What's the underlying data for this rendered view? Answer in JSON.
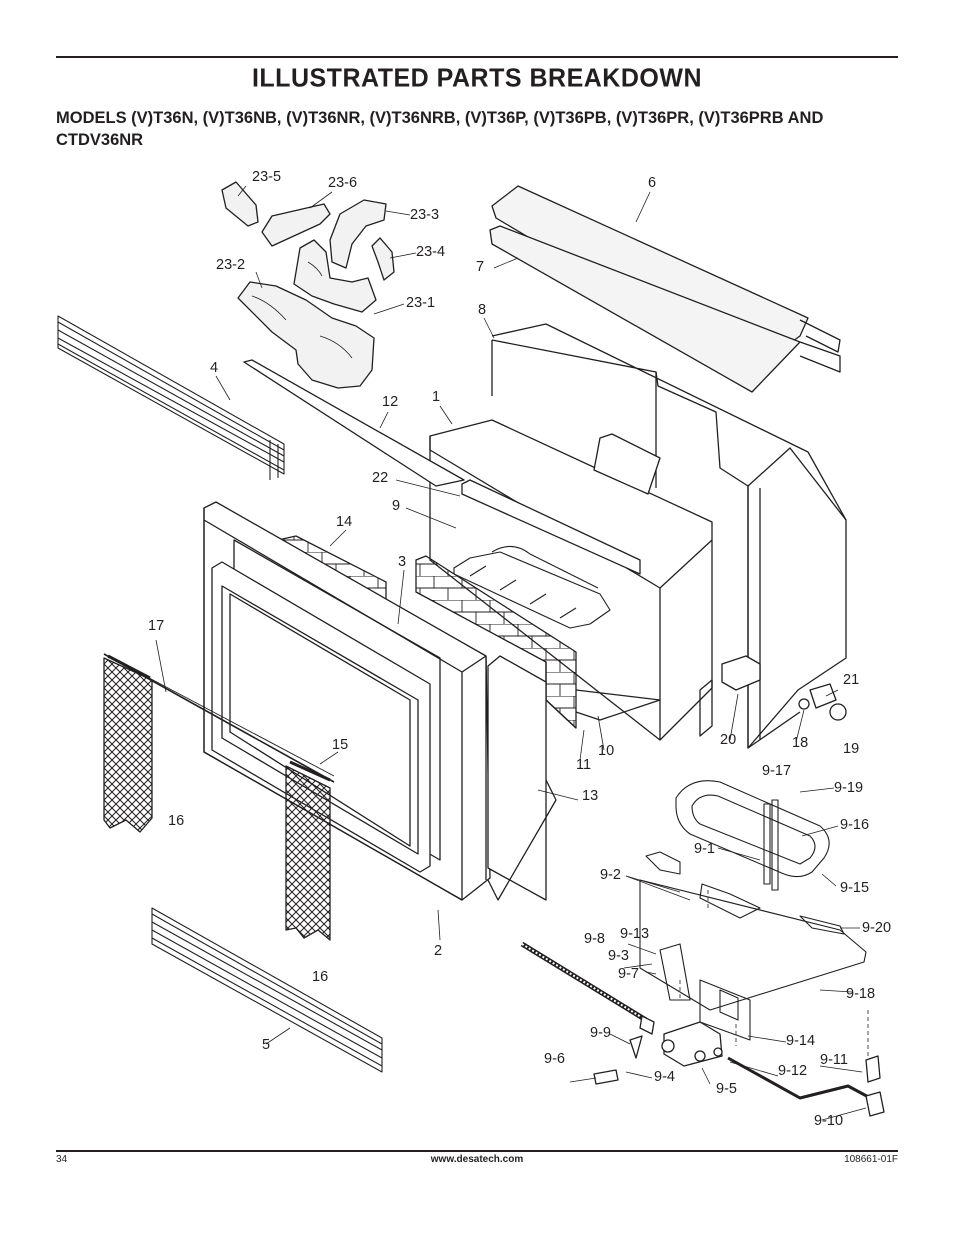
{
  "header": {
    "title": "ILLUSTRATED PARTS BREAKDOWN",
    "subtitle": "MODELS (V)T36N, (V)T36NB, (V)T36NR, (V)T36NRB, (V)T36P, (V)T36PB, (V)T36PR, (V)T36PRB AND CTDV36NR"
  },
  "callouts": [
    "23-5",
    "23-6",
    "23-3",
    "23-4",
    "23-2",
    "23-1",
    "6",
    "7",
    "8",
    "4",
    "12",
    "1",
    "22",
    "9",
    "14",
    "3",
    "17",
    "15",
    "16",
    "16",
    "21",
    "18",
    "19",
    "20",
    "10",
    "11",
    "13",
    "2",
    "5",
    "9-17",
    "9-19",
    "9-16",
    "9-1",
    "9-15",
    "9-2",
    "9-20",
    "9-13",
    "9-8",
    "9-3",
    "9-7",
    "9-18",
    "9-14",
    "9-9",
    "9-11",
    "9-6",
    "9-4",
    "9-5",
    "9-12",
    "9-10"
  ],
  "footer": {
    "page_number": "34",
    "website": "www.desatech.com",
    "doc_number": "108661-01F"
  }
}
